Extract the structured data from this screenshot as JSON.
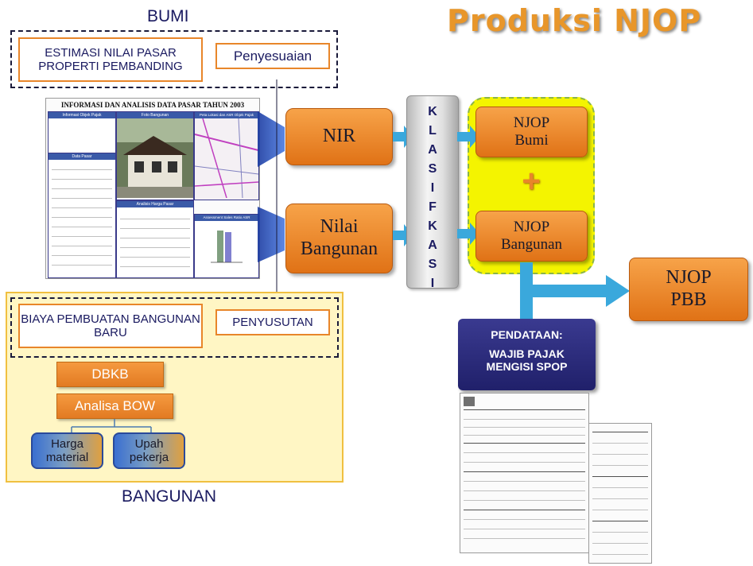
{
  "title": "Produksi NJOP",
  "bumi": {
    "label": "BUMI",
    "estimasi": "ESTIMASI NILAI PASAR PROPERTI PEMBANDING",
    "penyesuaian": "Penyesuaian"
  },
  "bangunan": {
    "label": "BANGUNAN",
    "biaya": "BIAYA PEMBUATAN BANGUNAN BARU",
    "penyusutan": "PENYUSUTAN",
    "dbkb": "DBKB",
    "analisa": "Analisa BOW",
    "harga_line1": "Harga",
    "harga_line2": "material",
    "upah_line1": "Upah",
    "upah_line2": "pekerja"
  },
  "report": {
    "title": "INFORMASI DAN ANALISIS DATA PASAR TAHUN 2003",
    "info_objek": "Informasi Objek Pajak",
    "foto": "Foto Bangunan",
    "peta": "Peta Lokasi dan ASR Objek Pajak",
    "data_pasar": "Data Pasar",
    "analisis": "Analisis Harga Pasar",
    "assessment": "Assessment Sales Ratio ASR"
  },
  "nodes": {
    "nir": "NIR",
    "nilai_line1": "Nilai",
    "nilai_line2": "Bangunan",
    "klasifikasi": [
      "K",
      "L",
      "A",
      "S",
      "I",
      "F",
      "K",
      "A",
      "S",
      "I"
    ],
    "njop_bumi_line1": "NJOP",
    "njop_bumi_line2": "Bumi",
    "plus": "+",
    "njop_bang_line1": "NJOP",
    "njop_bang_line2": "Bangunan",
    "njop_pbb_line1": "NJOP",
    "njop_pbb_line2": "PBB"
  },
  "pendataan": {
    "line1": "PENDATAAN:",
    "line2": "WAJIB PAJAK",
    "line3": "MENGISI SPOP"
  },
  "colors": {
    "orange": "#e8862a",
    "navy": "#1a1a60",
    "arrow": "#3aa8dc",
    "yellow": "#f4f400",
    "pendataan": "#2a2a7a"
  }
}
